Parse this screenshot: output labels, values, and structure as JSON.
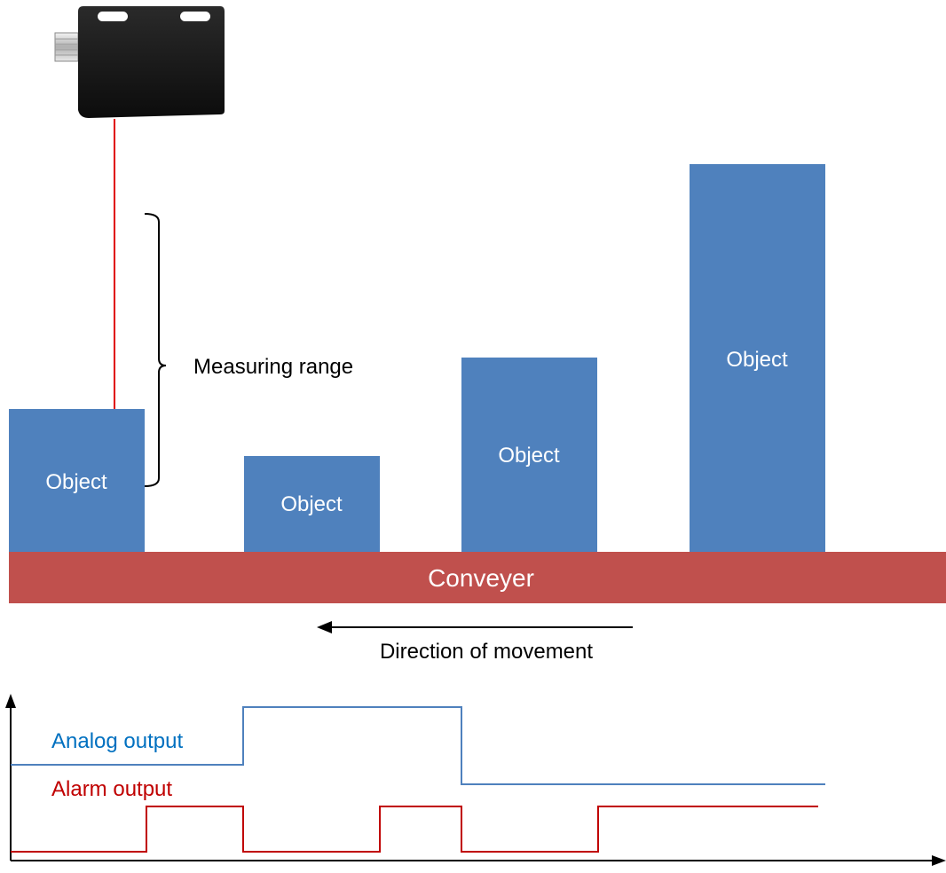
{
  "colors": {
    "object_fill": "#4f81bd",
    "conveyer_fill": "#c0504d",
    "laser_beam": "#e00000",
    "analog_signal": "#4f81bd",
    "analog_text": "#0070c0",
    "alarm_signal": "#c00000",
    "alarm_text": "#c00000",
    "sensor_body": "#141414"
  },
  "sensor": {
    "icon": "laser-distance-sensor-icon"
  },
  "objects": [
    {
      "label": "Object"
    },
    {
      "label": "Object"
    },
    {
      "label": "Object"
    },
    {
      "label": "Object"
    }
  ],
  "conveyer": {
    "label": "Conveyer"
  },
  "measuring_range": {
    "label": "Measuring range"
  },
  "direction": {
    "label": "Direction of movement"
  },
  "signals": {
    "analog_label": "Analog output",
    "alarm_label": "Alarm output"
  }
}
